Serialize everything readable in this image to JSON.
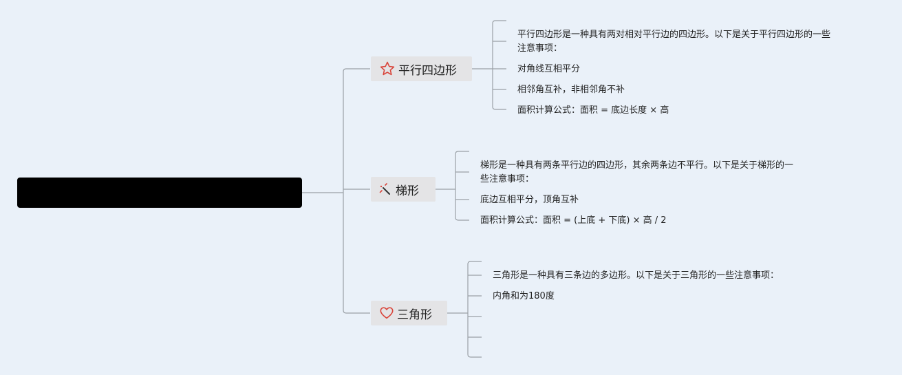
{
  "colors": {
    "background": "#eaf1f9",
    "root_fill": "#000000",
    "branch_fill": "#e4e4e6",
    "connector": "#9aa0a6",
    "icon_accent": "#d9453b"
  },
  "root": {
    "label": ""
  },
  "branches": [
    {
      "label": "平行四边形",
      "icon": "star-icon",
      "notes": [
        "平行四边形是一种具有两对相对平行边的四边形。以下是关于平行四边形的一些",
        "注意事项：",
        "对角线互相平分",
        "相邻角互补，非相邻角不补",
        "面积计算公式：面积 = 底边长度 × 高"
      ]
    },
    {
      "label": "梯形",
      "icon": "magic-wand-icon",
      "notes": [
        "梯形是一种具有两条平行边的四边形，其余两条边不平行。以下是关于梯形的一",
        "些注意事项：",
        "底边互相平分，顶角互补",
        "面积计算公式：面积 = (上底 + 下底) × 高 / 2"
      ]
    },
    {
      "label": "三角形",
      "icon": "heart-icon",
      "notes": [
        "三角形是一种具有三条边的多边形。以下是关于三角形的一些注意事项：",
        "内角和为180度"
      ]
    }
  ]
}
